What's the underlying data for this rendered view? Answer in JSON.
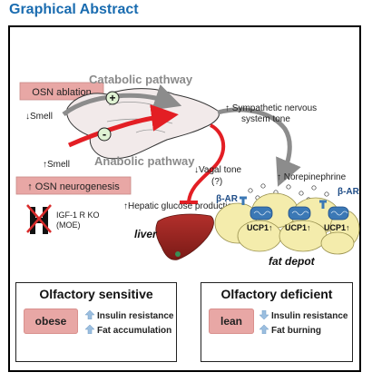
{
  "header": "Graphical Abstract",
  "diagram": {
    "osn_ablation": "OSN ablation",
    "smell_down": "↓Smell",
    "smell_up": "↑Smell",
    "catabolic": "Catabolic pathway",
    "anabolic": "Anabolic pathway",
    "plus_sign": "+",
    "minus_sign": "-",
    "sympathetic_1": "↑ Sympathetic nervous",
    "sympathetic_2": "system tone",
    "vagal_1": "↓Vagal tone",
    "vagal_2": "(?)",
    "osn_neuro": "↑ OSN neurogenesis",
    "igf_1": "IGF-1 R KO",
    "igf_2": "(MOE)",
    "hepatic": "↑Hepatic glucose production",
    "norepinephrine": "↑ Norepinephrine",
    "beta_ar_left": "β-AR",
    "beta_ar_right": "β-AR",
    "ucp1": "UCP1↑",
    "liver": "liver",
    "fat_depot": "fat depot"
  },
  "sensitive": {
    "title": "Olfactory sensitive",
    "state": "obese",
    "line1": "Insulin resistance",
    "line2": "Fat accumulation"
  },
  "deficient": {
    "title": "Olfactory deficient",
    "state": "lean",
    "line1": "Insulin resistance",
    "line2": "Fat burning"
  },
  "colors": {
    "header": "#1a6cb0",
    "red_path": "#e31e24",
    "gray_path": "#8c8c8c",
    "pink_box": "#e8a7a5",
    "arrow_blue": "#9bbedf",
    "fat_yellow": "#f4ecac",
    "mito_blue": "#3b78b5"
  }
}
